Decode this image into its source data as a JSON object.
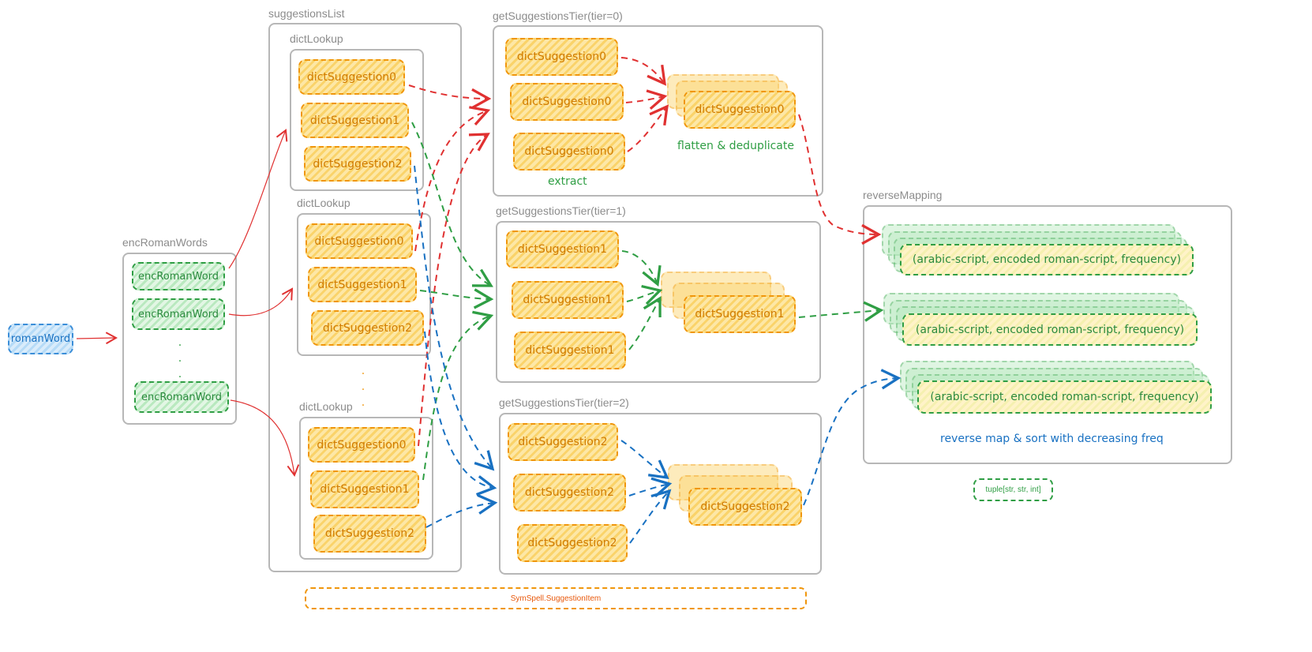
{
  "groups": {
    "suggestions_list": "suggestionsList",
    "dict_lookup": "dictLookup",
    "enc_roman_words": "encRomanWords",
    "tier0": "getSuggestionsTier(tier=0)",
    "tier1": "getSuggestionsTier(tier=1)",
    "tier2": "getSuggestionsTier(tier=2)",
    "reverse_mapping": "reverseMapping"
  },
  "nodes": {
    "roman_word": "romanWord",
    "enc_roman_word": "encRomanWord",
    "dict_suggestion_0": "dictSuggestion0",
    "dict_suggestion_1": "dictSuggestion1",
    "dict_suggestion_2": "dictSuggestion2",
    "tuple_row": "(arabic-script, encoded roman-script, frequency)"
  },
  "annotations": {
    "extract": "extract",
    "flatten": "flatten & deduplicate",
    "reverse_map": "reverse map & sort with decreasing freq",
    "ellipsis": "·"
  },
  "legend": {
    "tuple_type": "tuple[str, str, int]",
    "suggestion_type": "SymSpell.SuggestionItem"
  },
  "colors": {
    "red": "#e03131",
    "green": "#2f9e44",
    "blue": "#1971c2",
    "orange": "#f0960c",
    "group_border": "#b7b7b7"
  }
}
